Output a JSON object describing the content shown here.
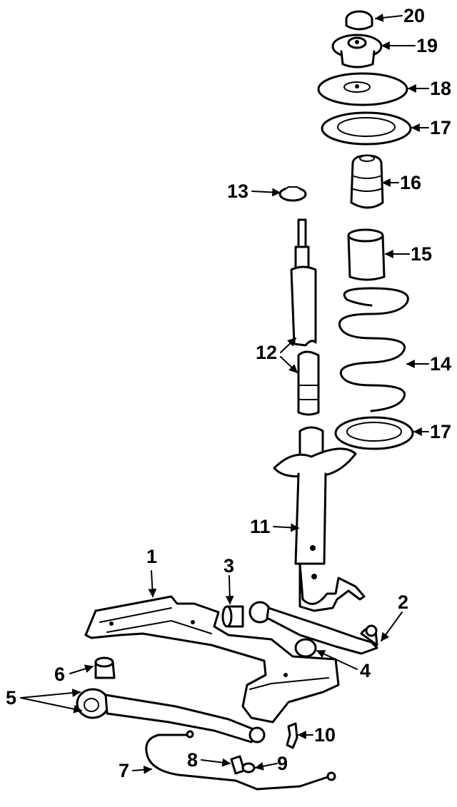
{
  "callouts": {
    "c1": "1",
    "c2": "2",
    "c3": "3",
    "c4": "4",
    "c5": "5",
    "c6": "6",
    "c7": "7",
    "c8": "8",
    "c9": "9",
    "c10": "10",
    "c11": "11",
    "c12": "12",
    "c13": "13",
    "c14": "14",
    "c15": "15",
    "c16": "16",
    "c17a": "17",
    "c17b": "17",
    "c18": "18",
    "c19": "19",
    "c20": "20"
  },
  "colors": {
    "ink": "#000000",
    "paper": "#ffffff"
  }
}
